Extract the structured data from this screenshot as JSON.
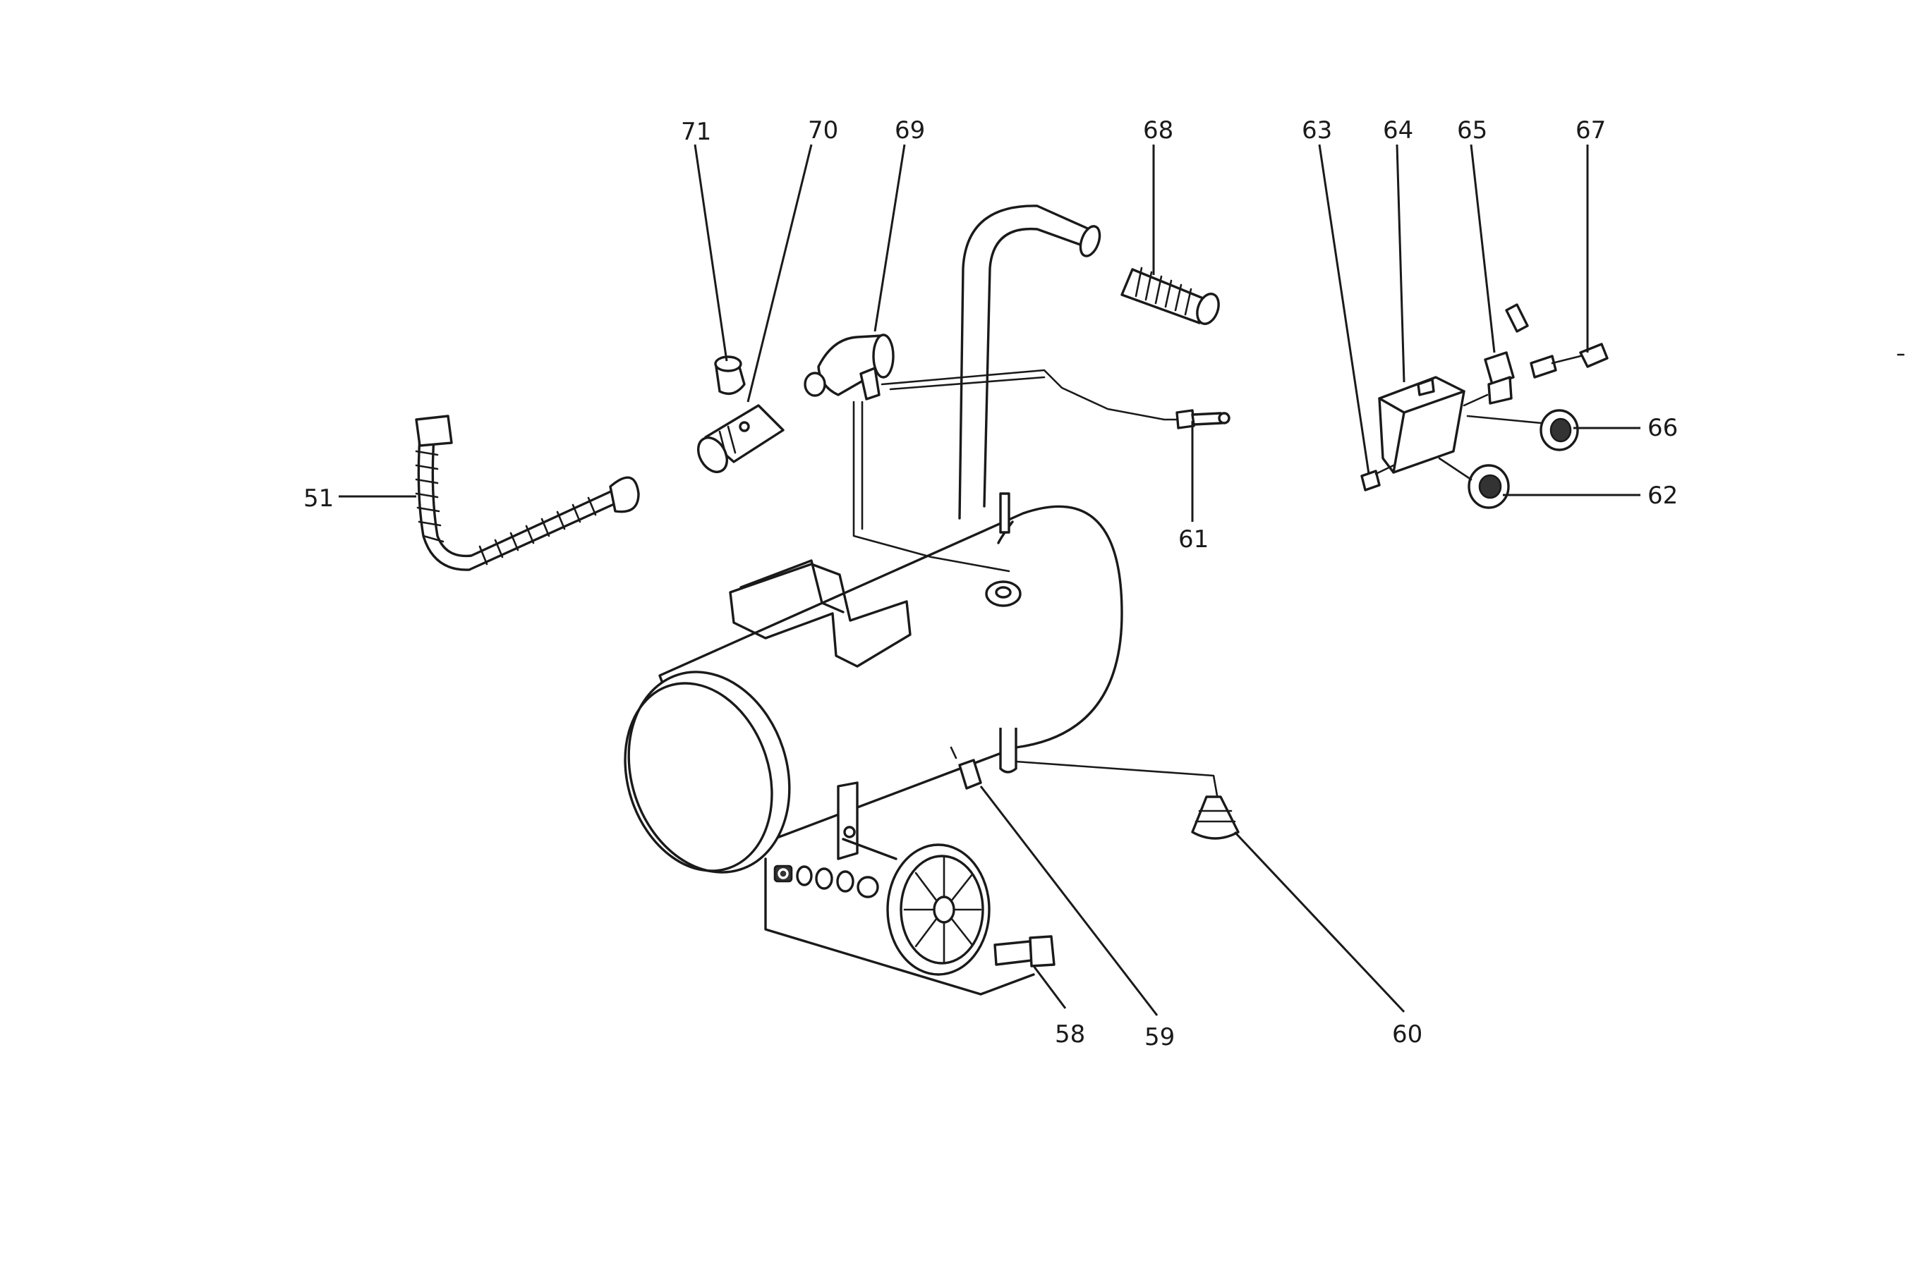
{
  "callouts": {
    "c51": "51",
    "c58": "58",
    "c59": "59",
    "c60": "60",
    "c61": "61",
    "c62": "62",
    "c63": "63",
    "c64": "64",
    "c65": "65",
    "c66": "66",
    "c67": "67",
    "c68": "68",
    "c69": "69",
    "c70": "70",
    "c71": "71"
  }
}
